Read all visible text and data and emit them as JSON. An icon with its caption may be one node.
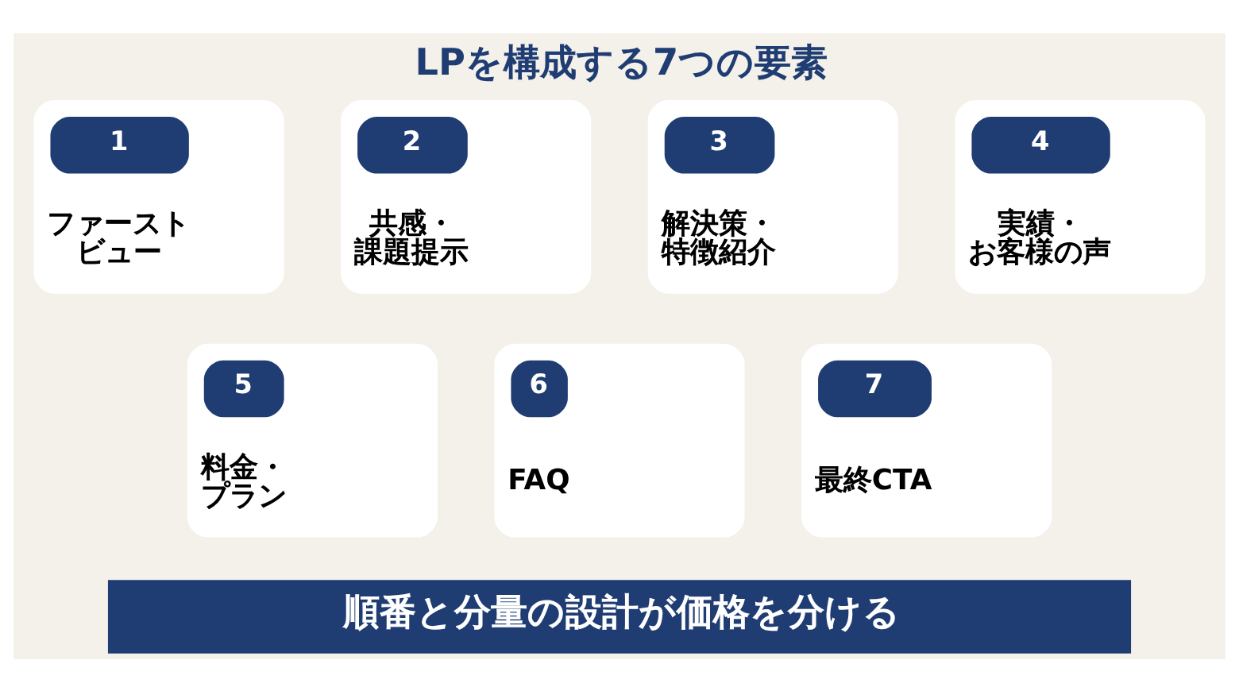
{
  "diagram": {
    "title": "LPを構成する7つの要素",
    "nodes": [
      {
        "text": [
          "1",
          "ファーストビュー"
        ]
      },
      {
        "text": [
          "2",
          "共感・課題提示"
        ]
      },
      {
        "text": [
          "3",
          "解決策・特徴紹介"
        ]
      },
      {
        "text": [
          "4",
          "実績・お客様の声"
        ]
      },
      {
        "text": [
          "5",
          "料金・プラン"
        ]
      },
      {
        "text": [
          "6",
          "FAQ"
        ]
      },
      {
        "text": [
          "7",
          "最終CTA"
        ]
      },
      {
        "text": [
          "順番と分量の設計が価格を分ける"
        ]
      }
    ],
    "edges": []
  }
}
